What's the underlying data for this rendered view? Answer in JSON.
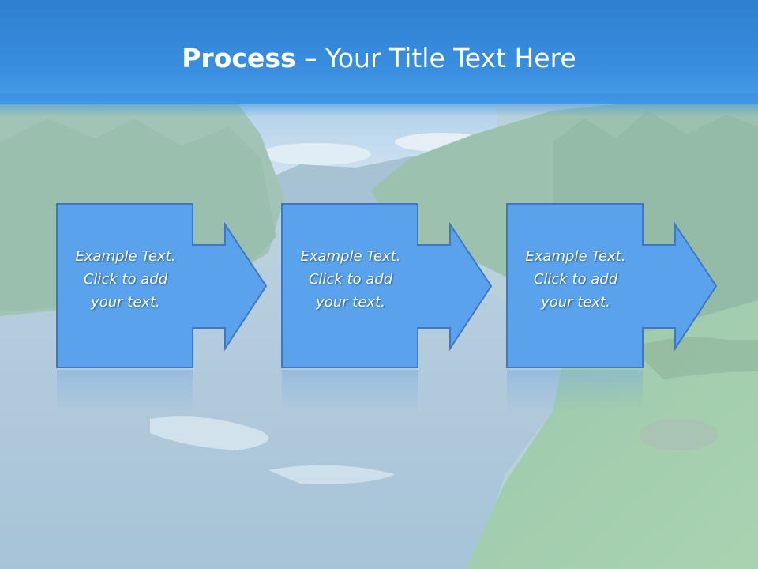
{
  "slide": {
    "title_bold": "Process",
    "title_rest": " – Your Title Text Here"
  },
  "steps": [
    {
      "line1": "Example Text.",
      "line2": "Click  to add",
      "line3": "your text."
    },
    {
      "line1": "Example Text.",
      "line2": "Click  to add",
      "line3": "your text."
    },
    {
      "line1": "Example Text.",
      "line2": "Click  to add",
      "line3": "your text."
    }
  ],
  "colors": {
    "header": "#2f7fd0",
    "shape_fill": "#5aa3ec",
    "shape_stroke": "#3f78c2",
    "text": "#ffffff"
  }
}
